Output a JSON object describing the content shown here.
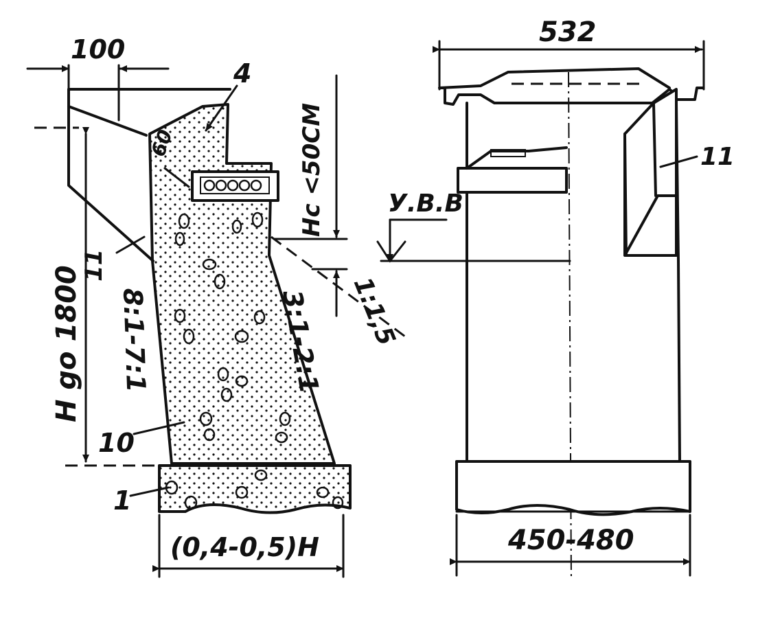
{
  "left_view": {
    "dim_top": "100",
    "callout_4": "4",
    "dim_60": "60",
    "dim_hc": "Hc <50CM",
    "slope_cap": "1:1,5",
    "callout_11": "11",
    "height": "H go 1800",
    "slope_back": "8:1-7:1",
    "slope_front": "3:1-2:1",
    "callout_10": "10",
    "callout_1": "1",
    "base_width": "(0,4-0,5)H"
  },
  "right_view": {
    "dim_top": "532",
    "water_level": "У.В.В",
    "callout_11": "11",
    "base_width": "450-480"
  }
}
